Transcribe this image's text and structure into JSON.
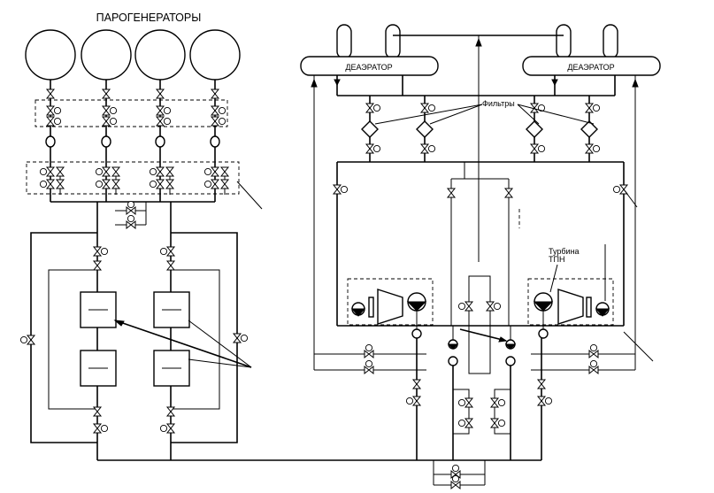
{
  "title": "ПАРОГЕНЕРАТОРЫ",
  "deaerator_left": "ДЕАЭРАТОР",
  "deaerator_right": "ДЕАЭРАТОР",
  "filters_label": "Фильтры",
  "turbine_label_line1": "Турбина",
  "turbine_label_line2": "ТПН"
}
